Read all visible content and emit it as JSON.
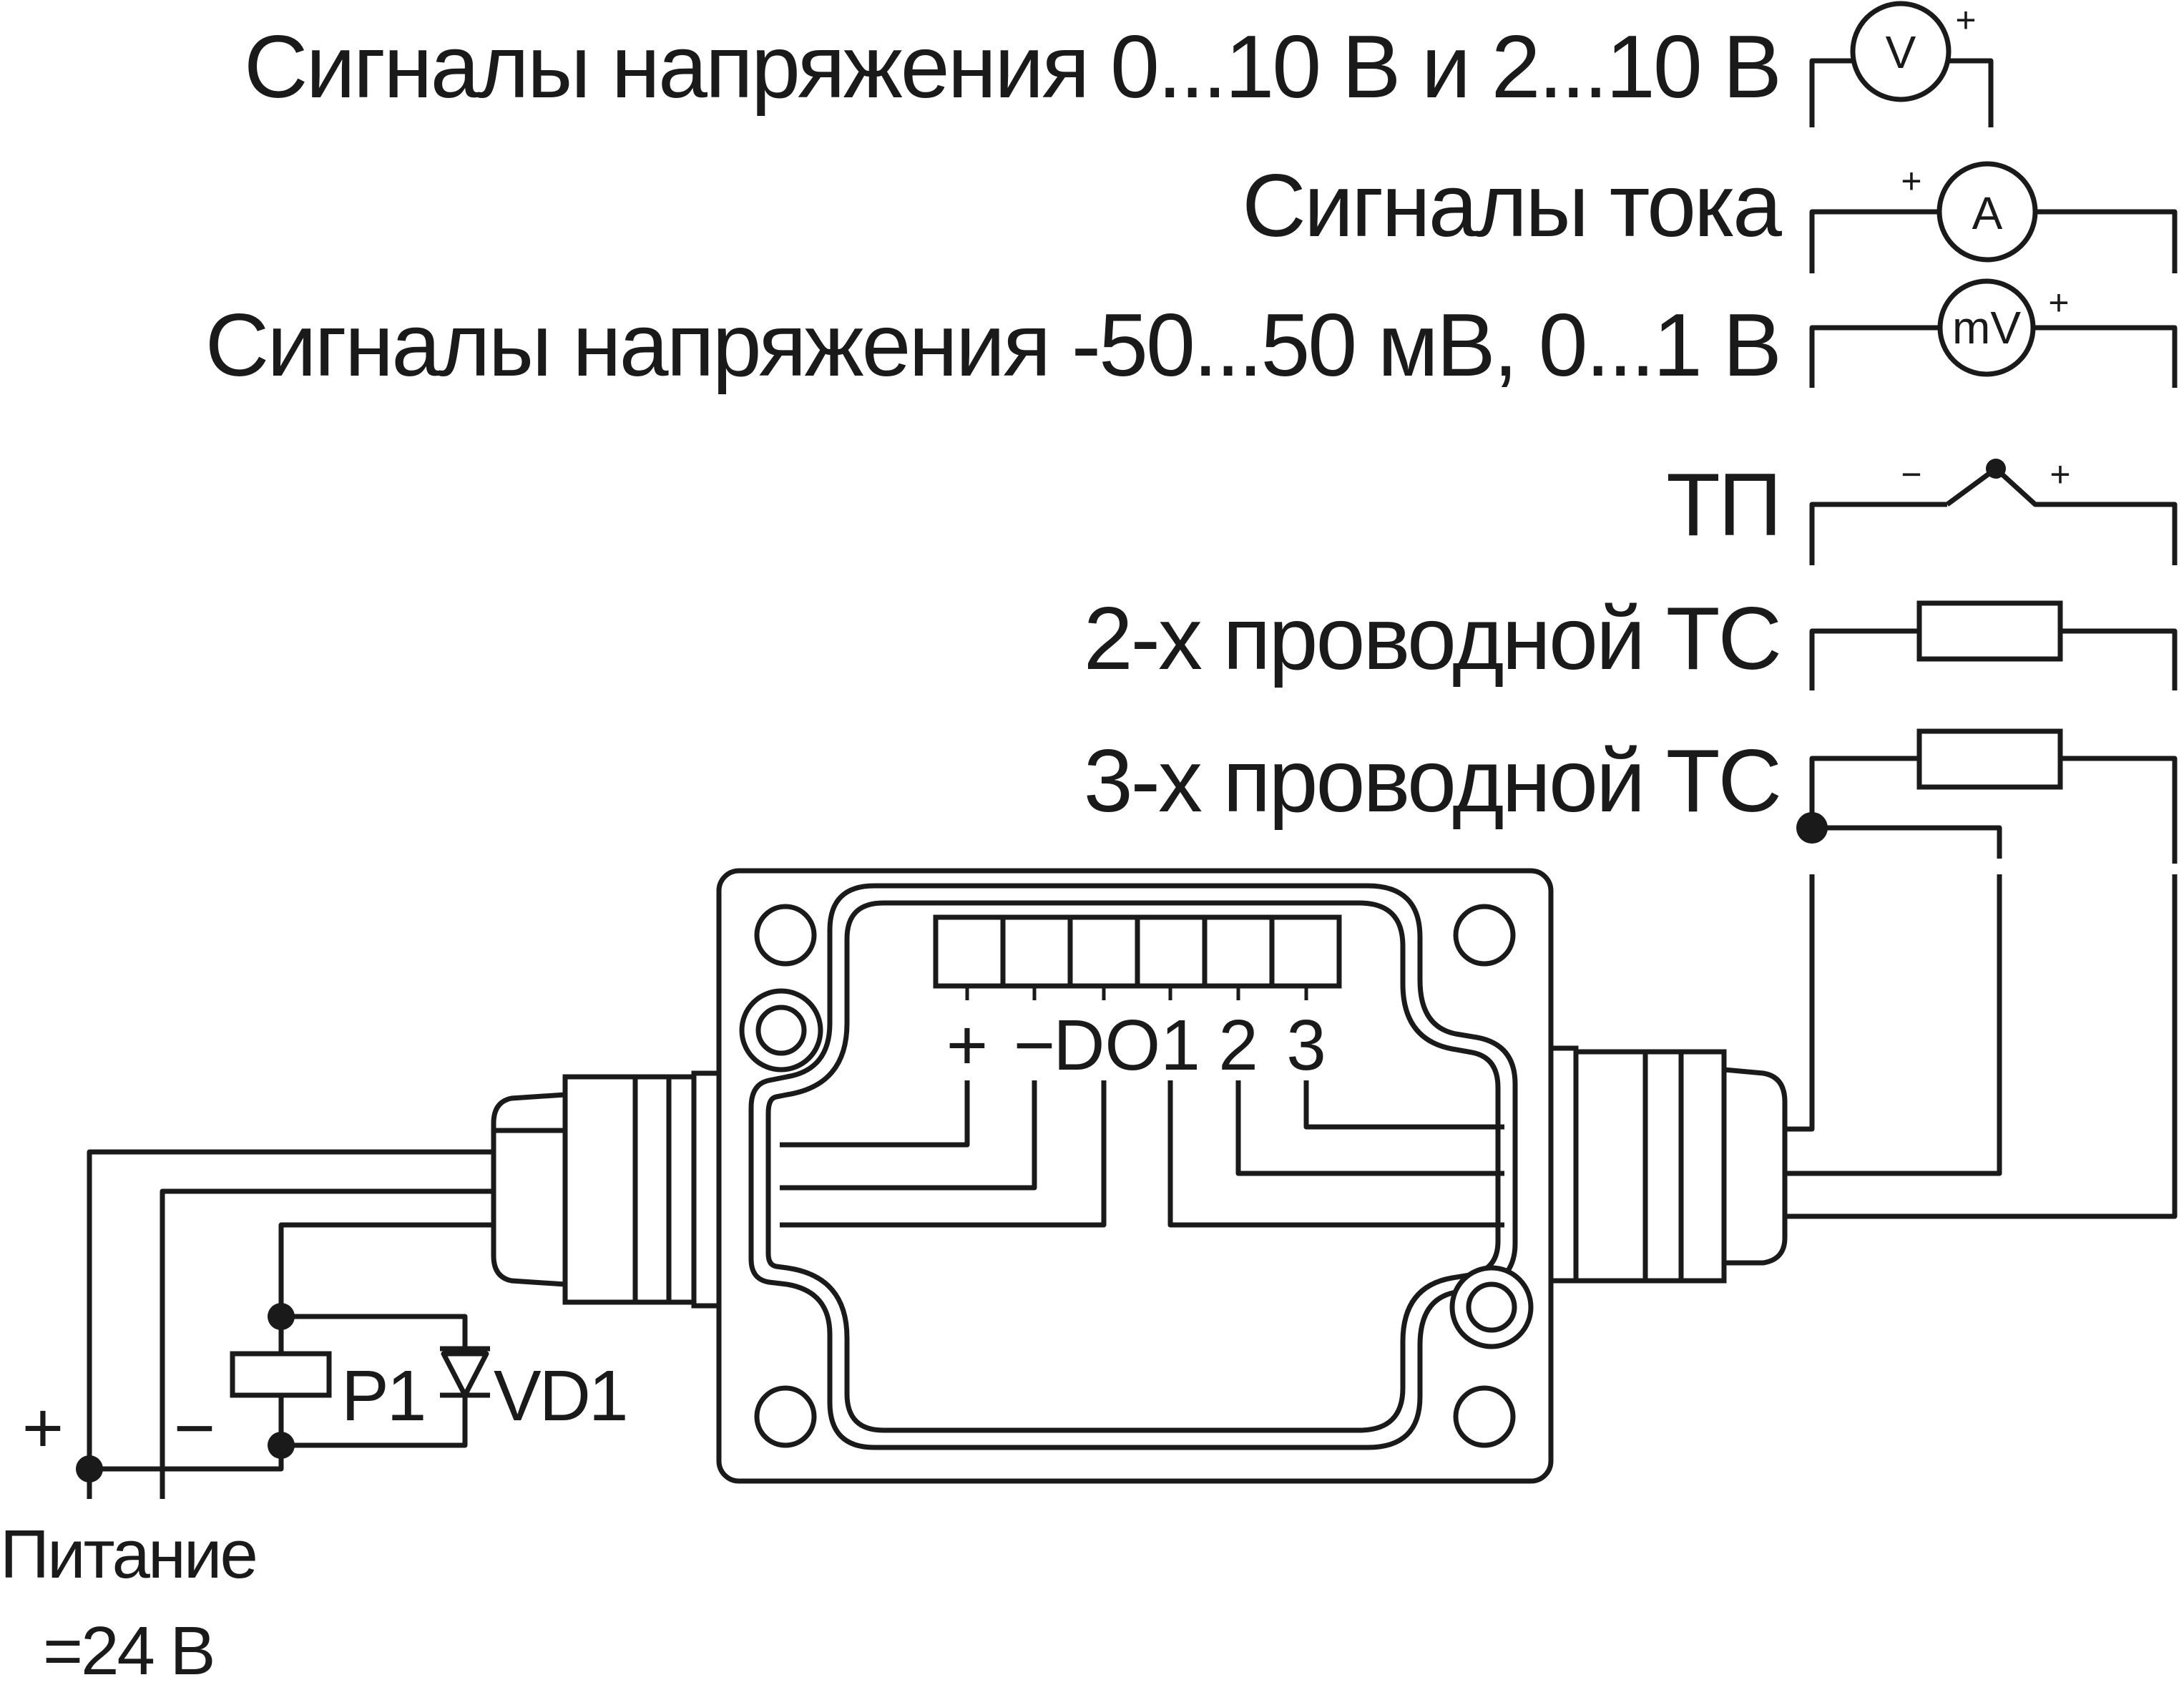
{
  "signals": [
    {
      "key": "voltage_0_10",
      "label": "Сигналы напряжения 0...10 В и 2...10 В",
      "meter": "V"
    },
    {
      "key": "current",
      "label": "Сигналы тока",
      "meter": "A"
    },
    {
      "key": "voltage_mv",
      "label": "Сигналы напряжения -50...50 мВ, 0...1 В",
      "meter": "mV"
    },
    {
      "key": "thermocouple",
      "label": "ТП"
    },
    {
      "key": "rtd_2wire",
      "label": "2-х проводной ТС"
    },
    {
      "key": "rtd_3wire",
      "label": "3-х проводной ТС"
    }
  ],
  "terminals": {
    "plus": "+",
    "minus": "−",
    "do1": "DO1",
    "t2": "2",
    "t3": "3"
  },
  "polarity": {
    "plus": "+",
    "minus": "−"
  },
  "components": {
    "relay": "P1",
    "diode": "VD1"
  },
  "power": {
    "title": "Питание",
    "voltage": "=24 В"
  }
}
